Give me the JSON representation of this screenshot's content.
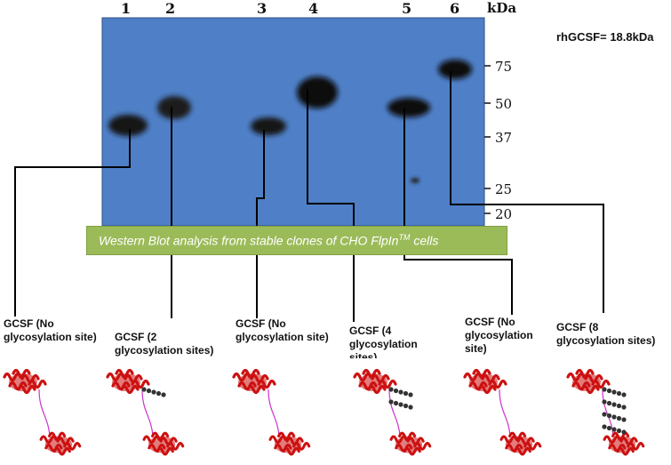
{
  "lanes": [
    "1",
    "2",
    "3",
    "4",
    "5",
    "6"
  ],
  "kda_label": "kDa",
  "markers": [
    "75",
    "50",
    "37",
    "25",
    "20"
  ],
  "rhgcsf": "rhGCSF= 18.8kDa",
  "caption": {
    "text": "Western Blot analysis from stable clones of CHO FlpIn",
    "superscript": "TM",
    "suffix": " cells"
  },
  "constructs": [
    {
      "line1": "GCSF (No",
      "line2": "glycosylation site)",
      "line3": ""
    },
    {
      "line1": "GCSF (2",
      "line2": "glycosylation sites)",
      "line3": ""
    },
    {
      "line1": "GCSF (No",
      "line2": "glycosylation site)",
      "line3": ""
    },
    {
      "line1": "GCSF  (4",
      "line2": "glycosylation",
      "line3": "sites)"
    },
    {
      "line1": "GCSF (No",
      "line2": "glycosylation",
      "line3": "site)"
    },
    {
      "line1": "GCSF (8",
      "line2": "glycosylation sites)",
      "line3": ""
    }
  ],
  "colors": {
    "blot": "#4f7fc6",
    "band": "#1a1a1a",
    "caption_bar": "#9bbb59",
    "protein": "#cc1010",
    "glycan": "#333333",
    "linker": "#cc33cc"
  }
}
